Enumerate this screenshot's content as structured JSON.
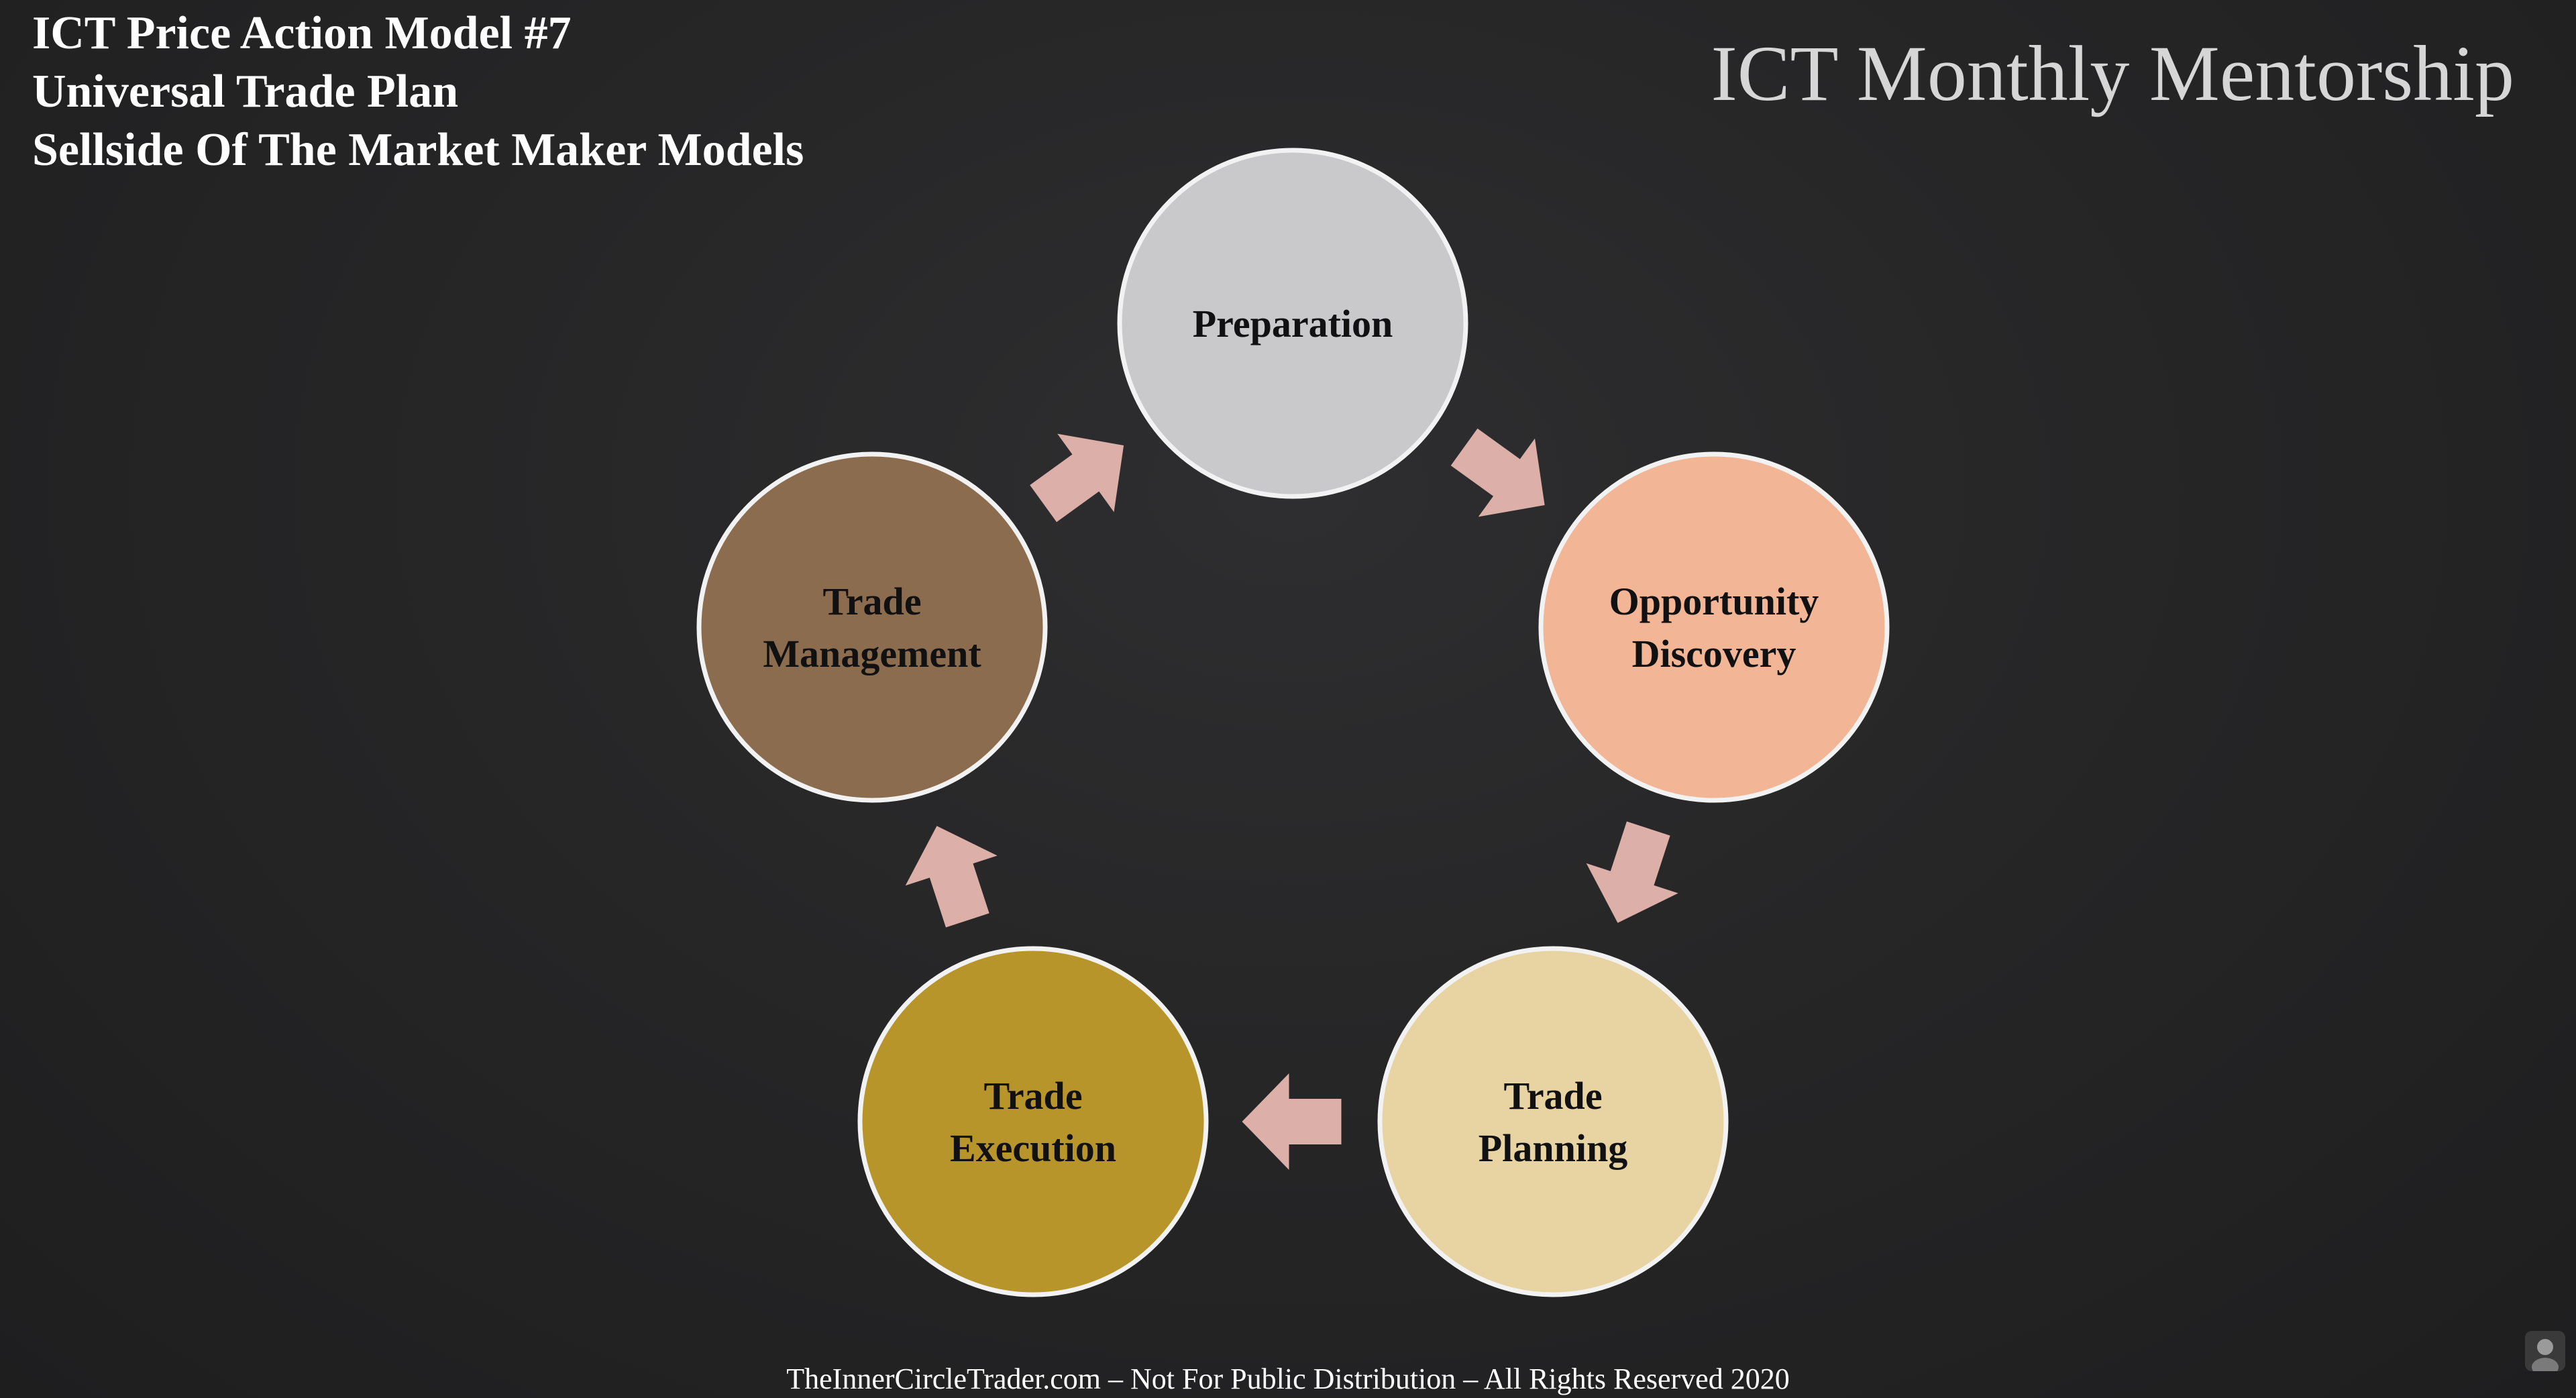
{
  "header": {
    "title_lines": [
      "ICT Price Action Model #7",
      "Universal Trade Plan",
      "Sellside Of The Market Maker Models"
    ],
    "brand": "ICT Monthly Mentorship"
  },
  "cycle": {
    "nodes": [
      {
        "lines": [
          "Preparation"
        ],
        "color": "#c9c9cb"
      },
      {
        "lines": [
          "Opportunity",
          "Discovery"
        ],
        "color": "#f2b697"
      },
      {
        "lines": [
          "Trade",
          "Planning"
        ],
        "color": "#e8d4a3"
      },
      {
        "lines": [
          "Trade",
          "Execution"
        ],
        "color": "#b8952b"
      },
      {
        "lines": [
          "Trade",
          "Management"
        ],
        "color": "#8b6c4e"
      }
    ],
    "arrow_color": "#dcb0a8",
    "circle_border_color": "#f2f2f2"
  },
  "footer": {
    "text": "TheInnerCircleTrader.com – Not For Public Distribution – All Rights Reserved 2020"
  }
}
